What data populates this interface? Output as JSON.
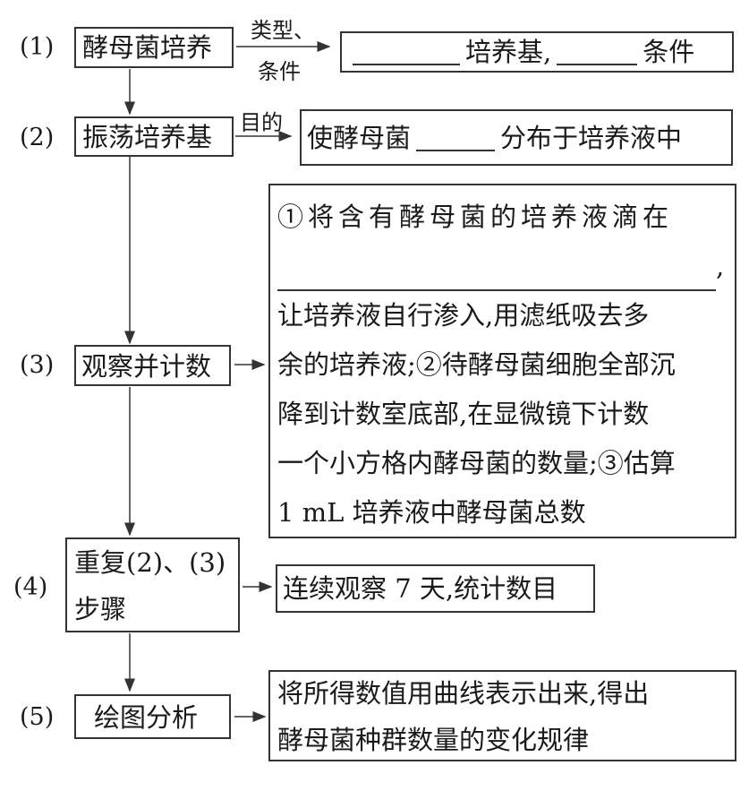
{
  "steps": [
    {
      "num": "(1)",
      "label": "酵母菌培养",
      "arrow_top": "类型、",
      "arrow_bottom": "条件",
      "result_mid": "培养基,",
      "result_end": "条件"
    },
    {
      "num": "(2)",
      "label": "振荡培养基",
      "arrow_top": "目的",
      "result_start": "使酵母菌",
      "result_end": "分布于培养液中"
    },
    {
      "num": "(3)",
      "label": "观察并计数",
      "result_lines": [
        "①将含有酵母菌的培养液滴在",
        ",",
        "让培养液自行渗入,用滤纸吸去多",
        "余的培养液;②待酵母菌细胞全部沉",
        "降到计数室底部,在显微镜下计数",
        "一个小方格内酵母菌的数量;③估算",
        "1 mL 培养液中酵母菌总数"
      ]
    },
    {
      "num": "(4)",
      "label_line1": "重复(2)、(3)",
      "label_line2": "步骤",
      "result": "连续观察 7 天,统计数目"
    },
    {
      "num": "(5)",
      "label": "绘图分析",
      "result_line1": "将所得数值用曲线表示出来,得出",
      "result_line2": "酵母菌种群数量的变化规律"
    }
  ]
}
